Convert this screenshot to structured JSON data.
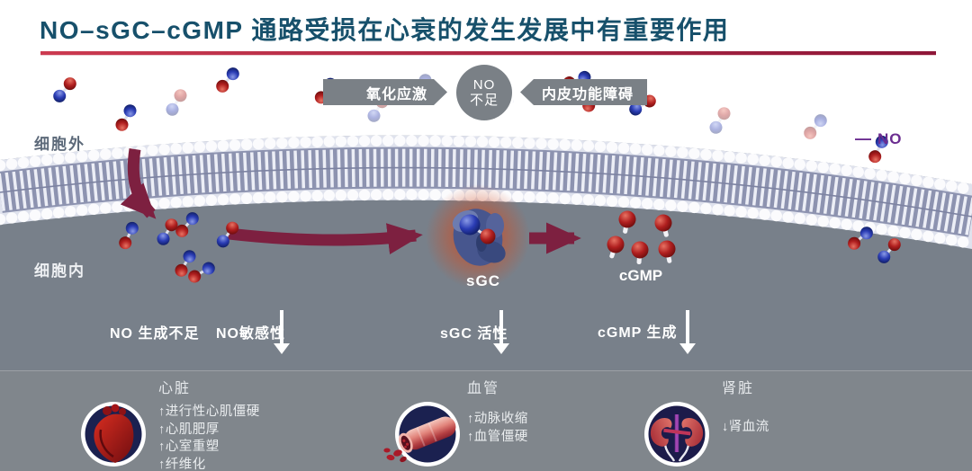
{
  "title": "NO–sGC–cGMP 通路受损在心衰的发生发展中有重要作用",
  "top_flow": {
    "left_banner": "氧化应激",
    "center_circle_line1": "NO",
    "center_circle_line2": "不足",
    "right_banner": "内皮功能障碍"
  },
  "regions": {
    "extracellular": "细胞外",
    "intracellular": "细胞内"
  },
  "legend": {
    "icon": "no-molecule-icon",
    "dash": "—",
    "label": "NO"
  },
  "pathway": {
    "sgc_label": "sGC",
    "cgmp_label": "cGMP",
    "steps": [
      {
        "text": "NO 生成不足",
        "has_down_arrow": false
      },
      {
        "text": "NO敏感性",
        "has_down_arrow": true
      },
      {
        "text": "sGC 活性",
        "has_down_arrow": true
      },
      {
        "text": "cGMP 生成",
        "has_down_arrow": true
      }
    ]
  },
  "organs": [
    {
      "title": "心脏",
      "icon": "heart-icon",
      "items": [
        "↑进行性心肌僵硬",
        "↑心肌肥厚",
        "↑心室重塑",
        "↑纤维化"
      ]
    },
    {
      "title": "血管",
      "icon": "vessel-icon",
      "items": [
        "↑动脉收缩",
        "↑血管僵硬"
      ]
    },
    {
      "title": "肾脏",
      "icon": "kidney-icon",
      "items": [
        "↓肾血流"
      ]
    }
  ],
  "colors": {
    "title_text": "#17506b",
    "underline_from": "#cc3a50",
    "underline_to": "#8e1638",
    "banner_gray": "#7a8086",
    "cell_interior_gray": "#78808a",
    "panel_gray": "#80868c",
    "maroon_arrow": "#7d2040",
    "legend_purple": "#6b2d90"
  }
}
